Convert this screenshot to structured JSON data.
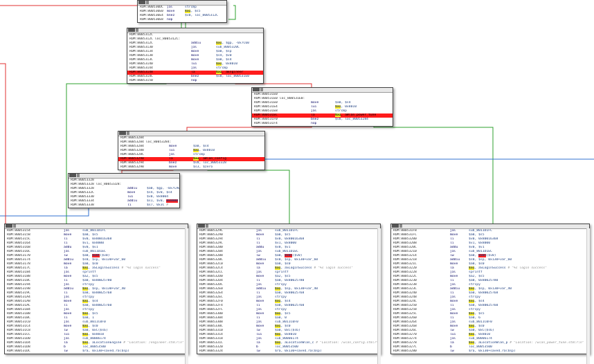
{
  "blocks": [
    {
      "id": "b0",
      "lines": [
        {
          "addr": "ROM:800530DC",
          "mn": "jal",
          "op": "strcmp"
        },
        {
          "addr": "ROM:800530E0",
          "mn": "move",
          "op": "$a1, $s5",
          "y": "$a1"
        },
        {
          "addr": "ROM:800530E4",
          "mn": "bnez",
          "op": "$v0, loc_8005312C"
        },
        {
          "addr": "ROM:800530E8",
          "mn": "nop",
          "op": ""
        }
      ]
    },
    {
      "id": "b1",
      "lines": [
        {
          "addr": "ROM:8005312C",
          "mn": "",
          "op": ""
        },
        {
          "addr": "ROM:8005312C loc_8005312C:",
          "mn": "",
          "op": ""
        },
        {
          "addr": "ROM:8005312C",
          "mn": "addiu",
          "op": "$a1, $gp, -0x7C60",
          "y": "$a1"
        },
        {
          "addr": "ROM:80053130",
          "mn": "jal",
          "op": "sub_8005320C"
        },
        {
          "addr": "ROM:80053134",
          "mn": "move",
          "op": "$a0, $sp"
        },
        {
          "addr": "ROM:80053138",
          "mn": "move",
          "op": "$s4, $v0"
        },
        {
          "addr": "ROM:8005313C",
          "mn": "move",
          "op": "$a0, $s4"
        },
        {
          "addr": "ROM:80053140",
          "mn": "lui",
          "op": "$a1, 0x8010",
          "y": "$a1"
        },
        {
          "addr": "ROM:80053144",
          "mn": "jal",
          "op": "strcmp"
        },
        {
          "addr": "ROM:80053148",
          "mn": "la",
          "op": "$a1, aEngineer",
          "y": "$a1",
          "hl": true
        },
        {
          "addr": "ROM:8005314C",
          "mn": "bnez",
          "op": "$v0, loc_800531E0"
        },
        {
          "addr": "ROM:80053150",
          "mn": "nop",
          "op": ""
        }
      ]
    },
    {
      "id": "b2",
      "lines": [
        {
          "addr": "ROM:800531E0",
          "mn": "",
          "op": ""
        },
        {
          "addr": "ROM:800531E0 loc_800531E0:",
          "mn": "",
          "op": ""
        },
        {
          "addr": "ROM:800531E0",
          "mn": "move",
          "op": "$a0, $s4"
        },
        {
          "addr": "ROM:800531E4",
          "mn": "lui",
          "op": "$a1, 0x8010",
          "y": "$a1"
        },
        {
          "addr": "ROM:800531E8",
          "mn": "jal",
          "op": "strcmp"
        },
        {
          "addr": "ROM:800531EC",
          "mn": "la",
          "op": "$a1, aWlan_power_tune",
          "y": "$a1",
          "hl": true
        },
        {
          "addr": "ROM:800531F0",
          "mn": "bnez",
          "op": "$v0, loc_80053284"
        },
        {
          "addr": "ROM:800531F4",
          "mn": "nop",
          "op": ""
        }
      ]
    },
    {
      "id": "b3",
      "lines": [
        {
          "addr": "ROM:80053284",
          "mn": "",
          "op": ""
        },
        {
          "addr": "ROM:80053284 loc_80053284:",
          "mn": "",
          "op": ""
        },
        {
          "addr": "ROM:80053284",
          "mn": "move",
          "op": "$a0, $s4"
        },
        {
          "addr": "ROM:80053288",
          "mn": "lui",
          "op": "$a1, 0x8010",
          "y": "$a1"
        },
        {
          "addr": "ROM:8005328C",
          "mn": "jal",
          "op": "strcmp"
        },
        {
          "addr": "ROM:80053290",
          "mn": "la",
          "op": "$a1, aWlan_config",
          "y": "$a1",
          "hl": true
        },
        {
          "addr": "ROM:80053294",
          "mn": "bnez",
          "op": "$v0, loc_80053328"
        },
        {
          "addr": "ROM:80053298",
          "mn": "move",
          "op": "$s3, $zero"
        }
      ]
    },
    {
      "id": "b4",
      "lines": [
        {
          "addr": "ROM:80053328",
          "mn": "",
          "op": ""
        },
        {
          "addr": "ROM:80053328 loc_80053328:",
          "mn": "",
          "op": ""
        },
        {
          "addr": "ROM:80053328",
          "mn": "addiu",
          "op": "$a0, $gp, -0x7CA0"
        },
        {
          "addr": "ROM:8005332C",
          "mn": "move",
          "op": "$s4, $v0, $s4"
        },
        {
          "addr": "ROM:80053330",
          "mn": "lui",
          "op": "$v0, 0x8004"
        },
        {
          "addr": "ROM:80053334",
          "mn": "addiu",
          "op": "$s1, $v0, 0x0000",
          "r": "0x0000"
        },
        {
          "addr": "ROM:80053338",
          "mn": "li",
          "op": "$s7, 0x3C",
          "cm": "#"
        }
      ]
    },
    {
      "id": "b5",
      "lines": [
        {
          "addr": "ROM:80053154",
          "mn": "jal",
          "op": "sub_8011D1FC"
        },
        {
          "addr": "ROM:80053158",
          "mn": "move",
          "op": "$a0, $s5"
        },
        {
          "addr": "ROM:8005315C",
          "mn": "li",
          "op": "$v0, 0x80016368"
        },
        {
          "addr": "ROM:80053164",
          "mn": "li",
          "op": "$v1, 0x8000"
        },
        {
          "addr": "ROM:80053168",
          "mn": "addu",
          "op": "$v0, $v1"
        },
        {
          "addr": "ROM:8005316C",
          "mn": "jal",
          "op": "sub_8011D1EC"
        },
        {
          "addr": "ROM:80053170",
          "mn": "lw",
          "op": "$a0, 0x0C($v0)",
          "r": "0x0C"
        },
        {
          "addr": "ROM:80053174",
          "mn": "addiu",
          "op": "$s0, $sp, 0x130+var_60"
        },
        {
          "addr": "ROM:80053178",
          "mn": "move",
          "op": "$a0, $s0"
        },
        {
          "addr": "ROM:8005317C",
          "mn": "la",
          "op": "$a1, aSLoginSuccess",
          "y": "$a1",
          "cm": "# \"%s login success\""
        },
        {
          "addr": "ROM:80053184",
          "mn": "jal",
          "op": "sprintf"
        },
        {
          "addr": "ROM:80053188",
          "mn": "move",
          "op": "$a2, $s5"
        },
        {
          "addr": "ROM:8005318C",
          "mn": "li",
          "op": "$a0, 0x80025780"
        },
        {
          "addr": "ROM:80053194",
          "mn": "jal",
          "op": "strcpy"
        },
        {
          "addr": "ROM:80053198",
          "mn": "addiu",
          "op": "$a1, $sp, 0x130+var_40",
          "y": "$a1"
        },
        {
          "addr": "ROM:8005319C",
          "mn": "li",
          "op": "$a0, 0x80025768"
        },
        {
          "addr": "ROM:800531A4",
          "mn": "jal",
          "op": "strcpy"
        },
        {
          "addr": "ROM:800531A8",
          "mn": "move",
          "op": "$a1, $s4",
          "y": "$a1"
        },
        {
          "addr": "ROM:800531AC",
          "mn": "li",
          "op": "$a0, 0x80025760"
        },
        {
          "addr": "ROM:800531B4",
          "mn": "jal",
          "op": "strcpy"
        },
        {
          "addr": "ROM:800531B8",
          "mn": "move",
          "op": "$a1, $s5",
          "y": "$a1"
        },
        {
          "addr": "ROM:800531BC",
          "mn": "li",
          "op": "$a0, 1"
        },
        {
          "addr": "ROM:800531C0",
          "mn": "jal",
          "op": "sub_8011C0F0"
        },
        {
          "addr": "ROM:800531C4",
          "mn": "move",
          "op": "$a1, $s0",
          "y": "$a1"
        },
        {
          "addr": "ROM:800531C8",
          "mn": "lw",
          "op": "$a0, 0xC($s6)"
        },
        {
          "addr": "ROM:800531CC",
          "mn": "lui",
          "op": "$a1, 0x8010",
          "y": "$a1"
        },
        {
          "addr": "ROM:800531D0",
          "mn": "jal",
          "op": "sub_80006174"
        },
        {
          "addr": "ROM:800531D4",
          "mn": "la",
          "op": "$a1, aLocationEngine",
          "y": "$a1",
          "cm": "# \"Location: /engineer.stm\\r\\n\""
        },
        {
          "addr": "ROM:800531D8",
          "mn": "b",
          "op": "loc_80053500"
        },
        {
          "addr": "ROM:800531DC",
          "mn": "lw",
          "op": "$ra, 0x130+saved_ra($sp)"
        }
      ]
    },
    {
      "id": "b6",
      "lines": [
        {
          "addr": "ROM:8005329C",
          "mn": "jal",
          "op": "sub_8011D1FC"
        },
        {
          "addr": "ROM:800532A0",
          "mn": "move",
          "op": "$a0, $s5"
        },
        {
          "addr": "ROM:800532A4",
          "mn": "li",
          "op": "$v0, 0x80016368"
        },
        {
          "addr": "ROM:800532AC",
          "mn": "li",
          "op": "$v1, 0x8000"
        },
        {
          "addr": "ROM:800532B0",
          "mn": "addu",
          "op": "$v0, $v1"
        },
        {
          "addr": "ROM:800532B4",
          "mn": "jal",
          "op": "sub_8011D1EC"
        },
        {
          "addr": "ROM:800532B8",
          "mn": "lw",
          "op": "$a0, 0x0C($v0)",
          "r": "0x0C"
        },
        {
          "addr": "ROM:800532BC",
          "mn": "addiu",
          "op": "$s0, $sp, 0x130+var_60"
        },
        {
          "addr": "ROM:800532C0",
          "mn": "move",
          "op": "$a0, $s0"
        },
        {
          "addr": "ROM:800532C4",
          "mn": "la",
          "op": "$a1, aSLoginSuccess",
          "y": "$a1",
          "cm": "# \"%s login success\""
        },
        {
          "addr": "ROM:800532CC",
          "mn": "jal",
          "op": "sprintf"
        },
        {
          "addr": "ROM:800532D0",
          "mn": "move",
          "op": "$a2, $s5"
        },
        {
          "addr": "ROM:800532D4",
          "mn": "li",
          "op": "$a0, 0x80025780"
        },
        {
          "addr": "ROM:800532DC",
          "mn": "jal",
          "op": "strcpy"
        },
        {
          "addr": "ROM:800532E0",
          "mn": "addiu",
          "op": "$a1, $sp, 0x130+var_40",
          "y": "$a1"
        },
        {
          "addr": "ROM:800532E4",
          "mn": "li",
          "op": "$a0, 0x80025768"
        },
        {
          "addr": "ROM:800532EC",
          "mn": "jal",
          "op": "strcpy"
        },
        {
          "addr": "ROM:800532F0",
          "mn": "move",
          "op": "$a1, $s4",
          "y": "$a1"
        },
        {
          "addr": "ROM:800532F4",
          "mn": "li",
          "op": "$a0, 0x80025760"
        },
        {
          "addr": "ROM:800532FC",
          "mn": "jal",
          "op": "strcpy"
        },
        {
          "addr": "ROM:80053300",
          "mn": "move",
          "op": "$a1, $s5",
          "y": "$a1"
        },
        {
          "addr": "ROM:80053304",
          "mn": "li",
          "op": "$a0, 0"
        },
        {
          "addr": "ROM:80053308",
          "mn": "jal",
          "op": "sub_8011C0F0"
        },
        {
          "addr": "ROM:8005330C",
          "mn": "move",
          "op": "$a1, $s0",
          "y": "$a1"
        },
        {
          "addr": "ROM:80053310",
          "mn": "lw",
          "op": "$a0, 0xC($s6)"
        },
        {
          "addr": "ROM:80053314",
          "mn": "lui",
          "op": "$a1, 0x8010",
          "y": "$a1"
        },
        {
          "addr": "ROM:80053318",
          "mn": "jal",
          "op": "sub_80006174"
        },
        {
          "addr": "ROM:8005331C",
          "mn": "la",
          "op": "$a1, aLocationWlan_c",
          "y": "$a1",
          "cm": "# \"Location: /wlan_config.stm\\r\\n\""
        },
        {
          "addr": "ROM:80053320",
          "mn": "b",
          "op": "loc_80053500"
        },
        {
          "addr": "ROM:80053324",
          "mn": "lw",
          "op": "$ra, 0x130+saved_ra($sp)"
        }
      ]
    },
    {
      "id": "b7",
      "lines": [
        {
          "addr": "ROM:800531F8",
          "mn": "jal",
          "op": "sub_8011D1FC"
        },
        {
          "addr": "ROM:800531FC",
          "mn": "move",
          "op": "$a0, $s5"
        },
        {
          "addr": "ROM:80053200",
          "mn": "li",
          "op": "$v0, 0x80016368"
        },
        {
          "addr": "ROM:80053208",
          "mn": "li",
          "op": "$v1, 0x8000"
        },
        {
          "addr": "ROM:8005320C",
          "mn": "addu",
          "op": "$v0, $v1"
        },
        {
          "addr": "ROM:80053210",
          "mn": "jal",
          "op": "sub_8011D1EC"
        },
        {
          "addr": "ROM:80053214",
          "mn": "lw",
          "op": "$a0, 0x0C($v0)",
          "r": "0x0C"
        },
        {
          "addr": "ROM:80053218",
          "mn": "addiu",
          "op": "$s0, $sp, 0x130+var_60"
        },
        {
          "addr": "ROM:8005321C",
          "mn": "move",
          "op": "$a0, $s0"
        },
        {
          "addr": "ROM:80053220",
          "mn": "la",
          "op": "$a1, aSLoginSuccess",
          "y": "$a1",
          "cm": "# \"%s login success\""
        },
        {
          "addr": "ROM:80053228",
          "mn": "jal",
          "op": "sprintf"
        },
        {
          "addr": "ROM:8005322C",
          "mn": "move",
          "op": "$a2, $s5"
        },
        {
          "addr": "ROM:80053230",
          "mn": "li",
          "op": "$a0, 0x80025780"
        },
        {
          "addr": "ROM:80053238",
          "mn": "jal",
          "op": "strcpy"
        },
        {
          "addr": "ROM:8005323C",
          "mn": "addiu",
          "op": "$a1, $sp, 0x130+var_40",
          "y": "$a1"
        },
        {
          "addr": "ROM:80053240",
          "mn": "li",
          "op": "$a0, 0x80025768"
        },
        {
          "addr": "ROM:80053248",
          "mn": "jal",
          "op": "strcpy"
        },
        {
          "addr": "ROM:8005324C",
          "mn": "move",
          "op": "$a1, $s4",
          "y": "$a1"
        },
        {
          "addr": "ROM:80053250",
          "mn": "li",
          "op": "$a0, 0x80025760"
        },
        {
          "addr": "ROM:80053258",
          "mn": "jal",
          "op": "strcpy"
        },
        {
          "addr": "ROM:8005325C",
          "mn": "move",
          "op": "$a1, $s5",
          "y": "$a1"
        },
        {
          "addr": "ROM:80053260",
          "mn": "li",
          "op": "$a0, 6"
        },
        {
          "addr": "ROM:80053264",
          "mn": "jal",
          "op": "sub_8011C0F0"
        },
        {
          "addr": "ROM:80053268",
          "mn": "move",
          "op": "$a1, $s0",
          "y": "$a1"
        },
        {
          "addr": "ROM:8005326C",
          "mn": "lw",
          "op": "$a0, 0xC($s6)"
        },
        {
          "addr": "ROM:80053270",
          "mn": "lui",
          "op": "$a1, 0x8010",
          "y": "$a1"
        },
        {
          "addr": "ROM:80053274",
          "mn": "jal",
          "op": "sub_80006174"
        },
        {
          "addr": "ROM:80053278",
          "mn": "la",
          "op": "$a1, aLocationWlan_p",
          "y": "$a1",
          "cm": "# \"Location: /wlan_power_tune.stm\\r\\n\""
        },
        {
          "addr": "ROM:8005327C",
          "mn": "b",
          "op": "loc_80053500"
        },
        {
          "addr": "ROM:80053280",
          "mn": "lw",
          "op": "$ra, 0x130+saved_ra($sp)"
        }
      ]
    }
  ],
  "colors": {
    "true_edge": "#2ca02c",
    "false_edge": "#e03030",
    "plain_edge": "#3070d0",
    "highlight": "#ff1c1c",
    "register_hl": "#ffee20"
  }
}
